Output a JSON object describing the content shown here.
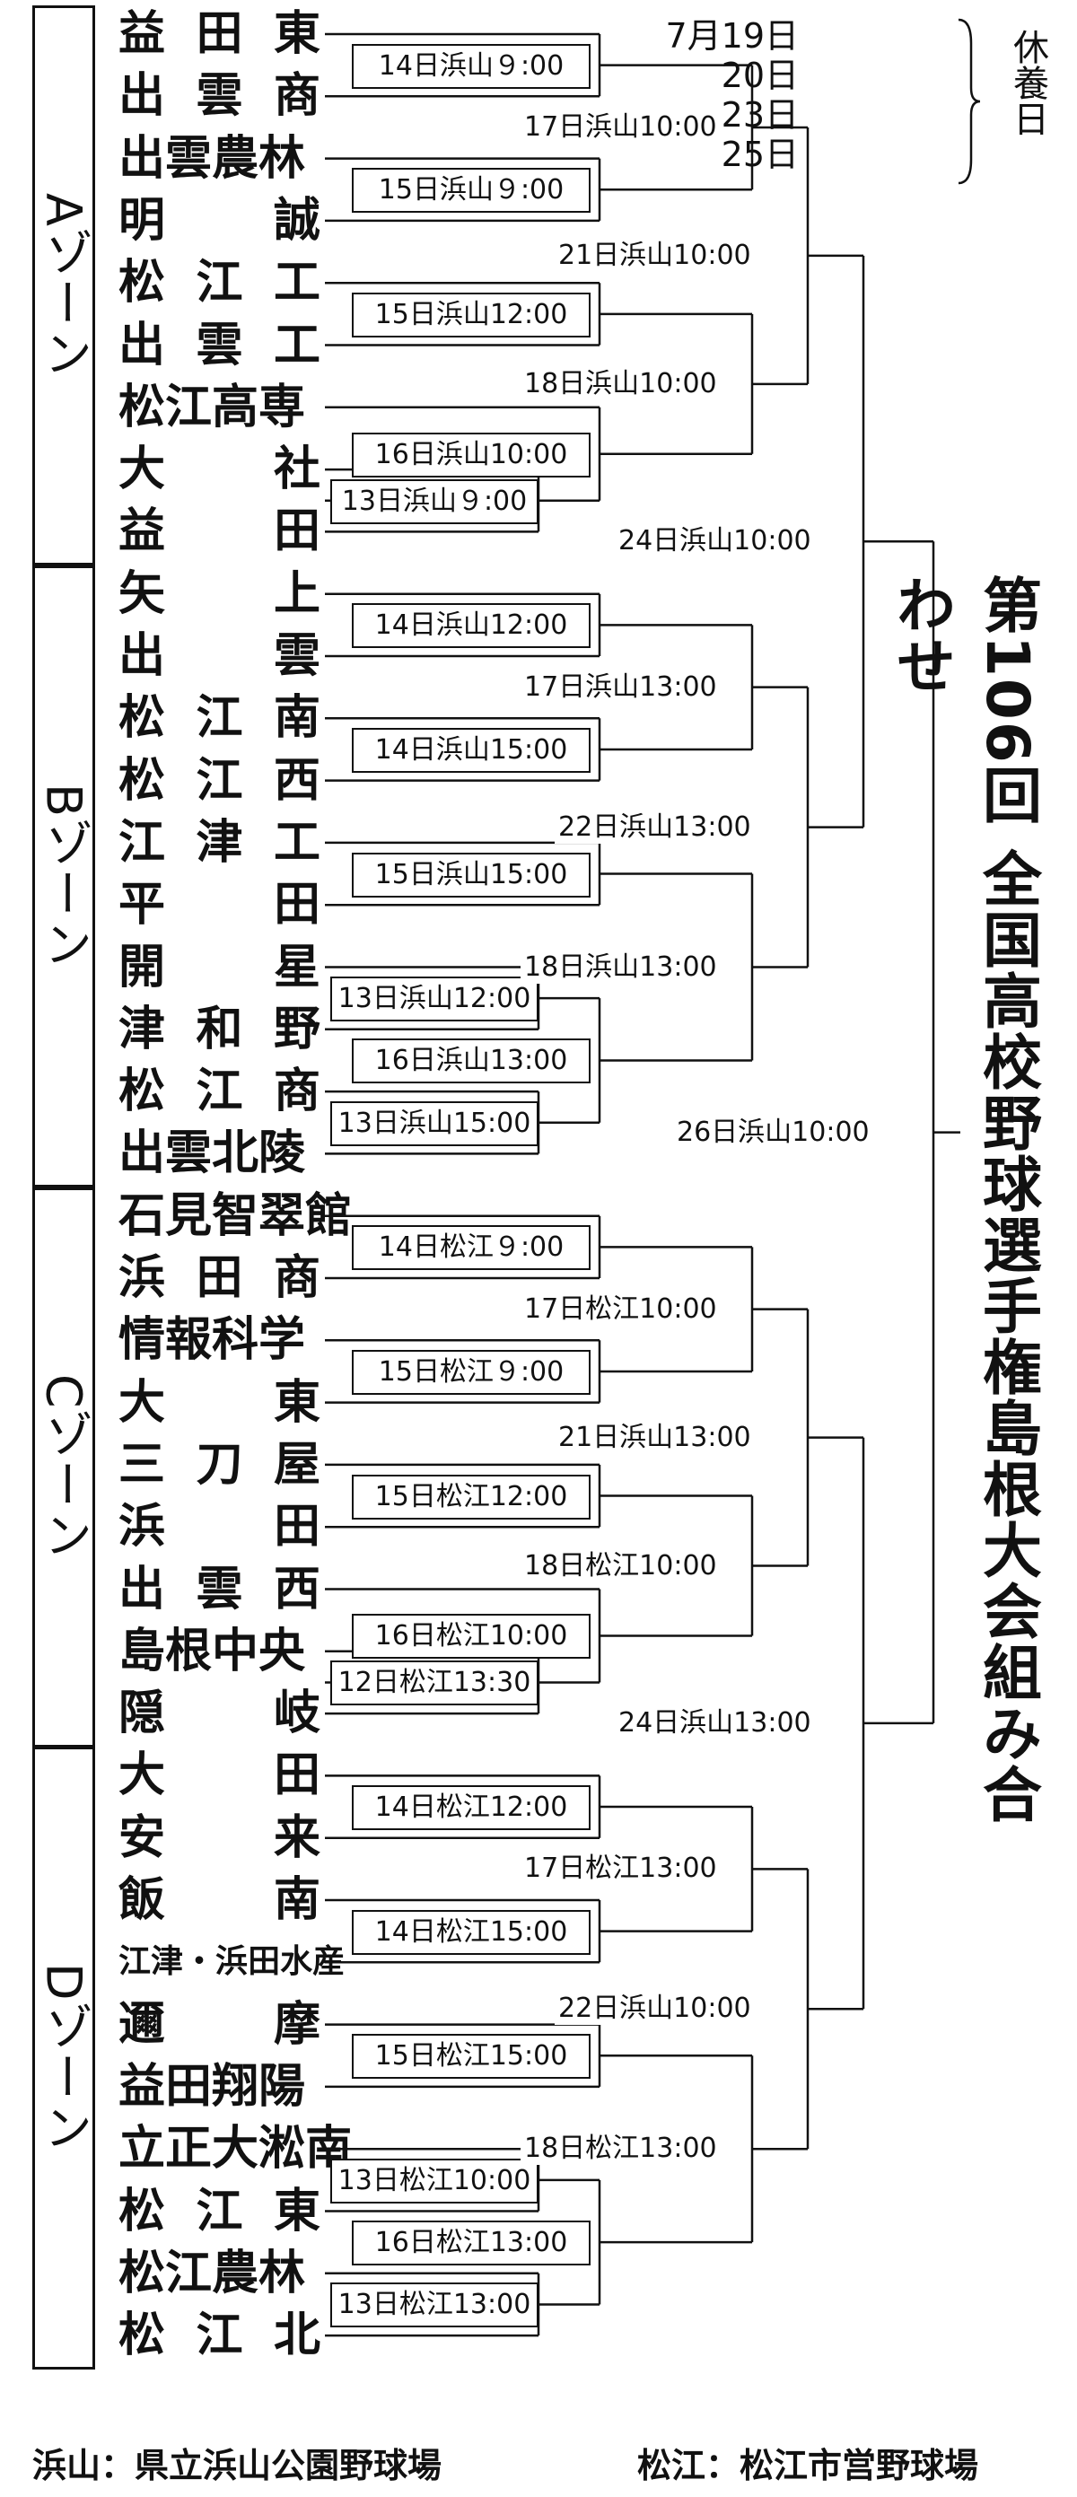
{
  "title": "第106回 全国高校野球選手権島根大会組み合わせ",
  "rest_days": {
    "dates": [
      "7月19日",
      "20日",
      "23日",
      "25日"
    ],
    "label": "休養日"
  },
  "zones": [
    "Aゾーン",
    "Bゾーン",
    "Cゾーン",
    "Dゾーン"
  ],
  "teams": [
    "益田東",
    "出雲商",
    "出雲農林",
    "明誠",
    "松江工",
    "出雲工",
    "松江高専",
    "大社",
    "益田",
    "矢上",
    "出雲",
    "松江南",
    "松江西",
    "江津工",
    "平田",
    "開星",
    "津和野",
    "松江商",
    "出雲北陵",
    "石見智翠館",
    "浜田商",
    "情報科学",
    "大東",
    "三刀屋",
    "浜田",
    "出雲西",
    "島根中央",
    "隠岐",
    "大田",
    "安来",
    "飯南",
    "江津・浜田水産",
    "邇摩",
    "益田翔陽",
    "立正大淞南",
    "松江東",
    "松江農林",
    "松江北"
  ],
  "games": {
    "r1": [
      "13日浜山９:00",
      "13日浜山12:00",
      "13日浜山15:00",
      "12日松江13:30",
      "13日松江10:00",
      "13日松江13:00"
    ],
    "r2": [
      "14日浜山９:00",
      "15日浜山９:00",
      "15日浜山12:00",
      "16日浜山10:00",
      "14日浜山12:00",
      "14日浜山15:00",
      "15日浜山15:00",
      "16日浜山13:00",
      "14日松江９:00",
      "15日松江９:00",
      "15日松江12:00",
      "16日松江10:00",
      "14日松江12:00",
      "14日松江15:00",
      "15日松江15:00",
      "16日松江13:00"
    ],
    "r3": [
      "17日浜山10:00",
      "18日浜山10:00",
      "17日浜山13:00",
      "18日浜山13:00",
      "17日松江10:00",
      "18日松江10:00",
      "17日松江13:00",
      "18日松江13:00"
    ],
    "qf": [
      "21日浜山10:00",
      "22日浜山13:00",
      "21日浜山13:00",
      "22日浜山10:00"
    ],
    "sf": [
      "24日浜山10:00",
      "24日浜山13:00"
    ],
    "final": "26日浜山10:00"
  },
  "footer": {
    "hamayama": "浜山：県立浜山公園野球場",
    "matsue": "松江：松江市営野球場"
  }
}
